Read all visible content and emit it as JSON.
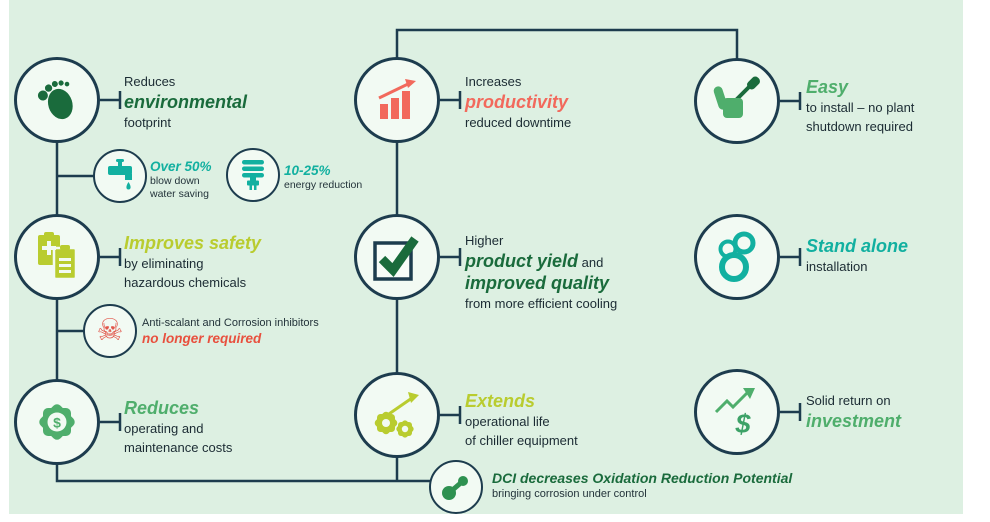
{
  "palette": {
    "background": "#ddf0e2",
    "line_navy": "#1d3c4e",
    "dark_green": "#1a6b3c",
    "lime": "#b9cc2f",
    "coral": "#f2695c",
    "teal": "#12b0a0",
    "green": "#4fae6c",
    "red": "#e8503e"
  },
  "icons": {
    "footprint": "footprint-icon",
    "water_tap": "faucet-icon",
    "cfl_bulb": "cfl-bulb-icon",
    "safety_docs": "clipboard-icon",
    "skull": "skull-crossbones-icon",
    "skull_glyph": "☠",
    "gear_dollar": "gear-dollar-icon",
    "bar_chart": "bar-chart-arrow-icon",
    "checkmark": "checkmark-icon",
    "gears": "gears-arrow-icon",
    "thumbs_up": "thumbs-up-screwdriver-icon",
    "rings": "rings-icon",
    "roi_chart": "growth-dollar-icon",
    "molecule": "molecule-icon",
    "dollar": "$"
  },
  "left": {
    "env": {
      "line1": "Reduces",
      "line2": "environmental",
      "line3": "footprint"
    },
    "water": {
      "stat": "Over 50%",
      "desc1": "blow down",
      "desc2": "water saving"
    },
    "energy": {
      "stat": "10-25%",
      "desc": "energy reduction"
    },
    "safety": {
      "line1": "Improves safety",
      "line2": "by eliminating",
      "line3": "hazardous chemicals"
    },
    "chemicals": {
      "line1": "Anti-scalant and Corrosion inhibitors",
      "line2": "no longer required"
    },
    "costs": {
      "line1": "Reduces",
      "line2": "operating and",
      "line3": "maintenance costs"
    }
  },
  "middle": {
    "productivity": {
      "line1": "Increases",
      "line2": "productivity",
      "line3": "reduced downtime"
    },
    "quality": {
      "line1": "Higher",
      "line2a": "product yield",
      "line2b": " and",
      "line3": "improved quality",
      "line4": "from more efficient cooling"
    },
    "life": {
      "line1": "Extends",
      "line2": "operational life",
      "line3": "of chiller equipment"
    }
  },
  "right": {
    "install": {
      "line1": "Easy",
      "line2": "to install – no plant",
      "line3": "shutdown required"
    },
    "standalone": {
      "line1": "Stand alone",
      "line2": "installation"
    },
    "roi": {
      "line1": "Solid return on",
      "line2": "investment"
    }
  },
  "footer": {
    "line1": "DCI decreases Oxidation Reduction Potential",
    "line2": "bringing corrosion under control"
  }
}
